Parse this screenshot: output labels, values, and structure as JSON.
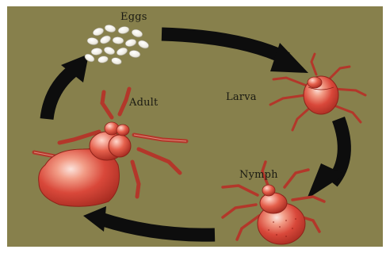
{
  "diagram": {
    "stages": [
      {
        "id": "eggs",
        "label": "Eggs"
      },
      {
        "id": "larva",
        "label": "Larva"
      },
      {
        "id": "nymph",
        "label": "Nymph"
      },
      {
        "id": "adult",
        "label": "Adult"
      }
    ],
    "colors": {
      "background": "#87804c",
      "arrow": "#0d0d0d",
      "egg": "#f1efe6",
      "mite_body": "#d7483a",
      "mite_shadow": "#8f2219",
      "mite_highlight": "#f3b2a4"
    }
  }
}
